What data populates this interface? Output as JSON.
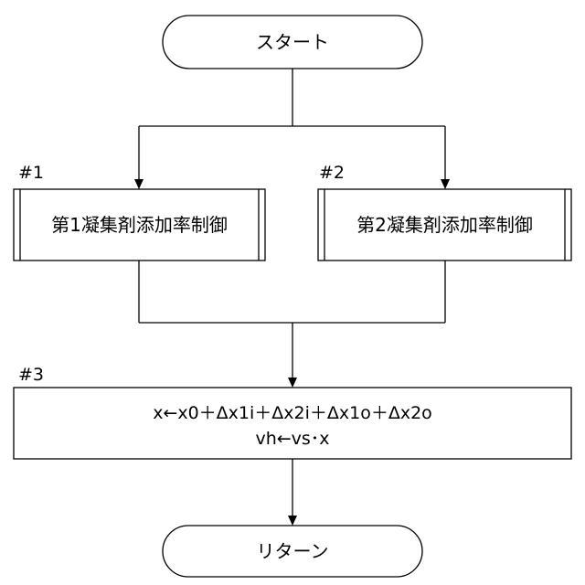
{
  "flowchart": {
    "start": "スタート",
    "end": "リターン",
    "branch_left": {
      "step": "#1",
      "label": "第1凝集剤添加率制御"
    },
    "branch_right": {
      "step": "#2",
      "label": "第2凝集剤添加率制御"
    },
    "process": {
      "step": "#3",
      "line1": "x←x0＋Δx1i＋Δx2i＋Δx1o＋Δx2o",
      "line2": "vh←vs･x"
    }
  }
}
